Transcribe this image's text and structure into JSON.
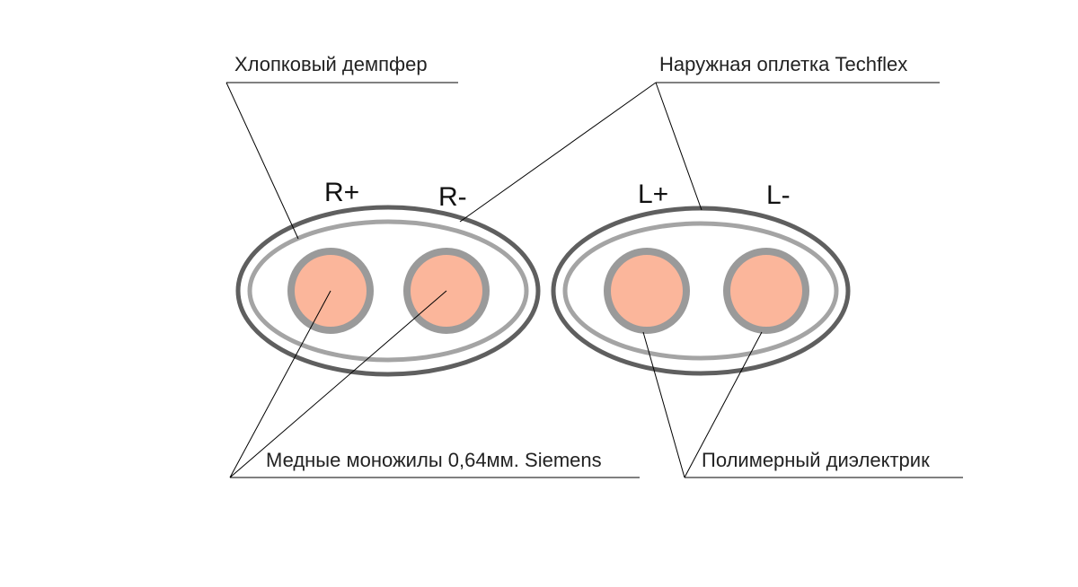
{
  "labels": {
    "cotton_damper": "Хлопковый демпфер",
    "outer_braid": "Наружная оплетка Techflex",
    "copper_cores": "Медные моножилы 0,64мм. Siemens",
    "polymer_dielectric": "Полимерный диэлектрик"
  },
  "cables": {
    "right": {
      "positive": "R+",
      "negative": "R-"
    },
    "left": {
      "positive": "L+",
      "negative": "L-"
    }
  },
  "colors": {
    "outer_braid": "#5f5f5f",
    "cotton_damper": "#a4a4a4",
    "dielectric": "#9a9a9a",
    "copper_core": "#fbb69b",
    "leader_line": "#000000",
    "background": "#ffffff"
  }
}
